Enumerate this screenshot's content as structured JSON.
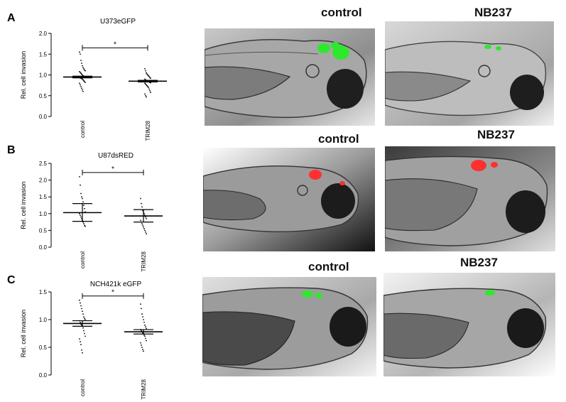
{
  "panels": {
    "A": {
      "letter": "A"
    },
    "B": {
      "letter": "B"
    },
    "C": {
      "letter": "C"
    }
  },
  "chart_data": [
    {
      "type": "scatter",
      "title": "U373eGFP",
      "ylabel": "Rel. cell invasion",
      "categories": [
        "control",
        "TRIM28"
      ],
      "ylim": [
        0,
        2.0
      ],
      "yticks": [
        "0.0",
        "0.5",
        "1.0",
        "1.5",
        "2.0"
      ],
      "yticks_values": [
        0,
        0.5,
        1.0,
        1.5,
        2.0
      ],
      "significance": "*",
      "groups": [
        {
          "name": "control",
          "mean": 0.95,
          "ci": [
            0.93,
            0.97
          ],
          "points": [
            1.55,
            1.5,
            1.35,
            1.28,
            1.22,
            1.18,
            1.15,
            1.12,
            1.1,
            1.08,
            1.06,
            1.04,
            1.02,
            1.0,
            0.98,
            0.97,
            0.96,
            0.95,
            0.94,
            0.93,
            0.92,
            0.91,
            0.9,
            0.88,
            0.86,
            0.84,
            0.82,
            0.8,
            0.76,
            0.72,
            0.68,
            0.64,
            0.6
          ]
        },
        {
          "name": "TRIM28",
          "mean": 0.85,
          "ci": [
            0.83,
            0.87
          ],
          "points": [
            1.15,
            1.1,
            1.05,
            1.02,
            1.0,
            0.98,
            0.96,
            0.94,
            0.92,
            0.9,
            0.88,
            0.87,
            0.86,
            0.85,
            0.84,
            0.83,
            0.82,
            0.81,
            0.8,
            0.78,
            0.76,
            0.74,
            0.72,
            0.7,
            0.66,
            0.62,
            0.58,
            0.54,
            0.5,
            0.47
          ]
        }
      ]
    },
    {
      "type": "scatter",
      "title": "U87dsRED",
      "ylabel": "Rel. cell invasion",
      "categories": [
        "control",
        "TRIM28"
      ],
      "ylim": [
        0,
        2.5
      ],
      "yticks": [
        "0.0",
        "0.5",
        "1.0",
        "1.5",
        "2.0",
        "2.5"
      ],
      "yticks_values": [
        0,
        0.5,
        1.0,
        1.5,
        2.0,
        2.5
      ],
      "significance": "*",
      "groups": [
        {
          "name": "control",
          "mean": 1.03,
          "ci": [
            0.77,
            1.3
          ],
          "points": [
            2.1,
            1.85,
            1.6,
            1.5,
            1.45,
            1.35,
            1.25,
            1.15,
            1.05,
            1.0,
            0.95,
            0.9,
            0.85,
            0.8,
            0.75,
            0.7,
            0.65,
            0.62
          ]
        },
        {
          "name": "TRIM28",
          "mean": 0.93,
          "ci": [
            0.75,
            1.12
          ],
          "points": [
            1.45,
            1.3,
            1.2,
            1.1,
            1.05,
            1.0,
            0.95,
            0.9,
            0.85,
            0.8,
            0.75,
            0.7,
            0.65,
            0.6,
            0.55,
            0.5,
            0.45,
            0.4
          ]
        }
      ]
    },
    {
      "type": "scatter",
      "title": "NCH421k eGFP",
      "ylabel": "Rel. cell invasion",
      "categories": [
        "control",
        "TRIM28"
      ],
      "ylim": [
        0,
        1.5
      ],
      "yticks": [
        "0.0",
        "0.5",
        "1.0",
        "1.5"
      ],
      "yticks_values": [
        0,
        0.5,
        1.0,
        1.5
      ],
      "significance": "*",
      "groups": [
        {
          "name": "control",
          "mean": 0.93,
          "ci": [
            0.88,
            0.98
          ],
          "points": [
            1.35,
            1.3,
            1.25,
            1.2,
            1.15,
            1.1,
            1.05,
            1.02,
            1.0,
            0.98,
            0.95,
            0.92,
            0.9,
            0.88,
            0.85,
            0.8,
            0.75,
            0.7,
            0.65,
            0.6,
            0.55,
            0.45,
            0.4
          ]
        },
        {
          "name": "TRIM28",
          "mean": 0.78,
          "ci": [
            0.74,
            0.82
          ],
          "points": [
            1.28,
            1.2,
            1.1,
            1.05,
            1.0,
            0.95,
            0.9,
            0.87,
            0.84,
            0.82,
            0.8,
            0.78,
            0.76,
            0.74,
            0.72,
            0.7,
            0.66,
            0.62,
            0.58,
            0.54,
            0.5,
            0.46,
            0.43
          ]
        }
      ]
    }
  ],
  "images": {
    "row1_left": "control",
    "row1_right": "NB237",
    "row2_left": "control",
    "row2_right": "NB237",
    "row3_left": "control",
    "row3_right": "NB237"
  },
  "colors": {
    "gfp": "#2ee82e",
    "dsred": "#ff3030",
    "axis": "#000000"
  }
}
